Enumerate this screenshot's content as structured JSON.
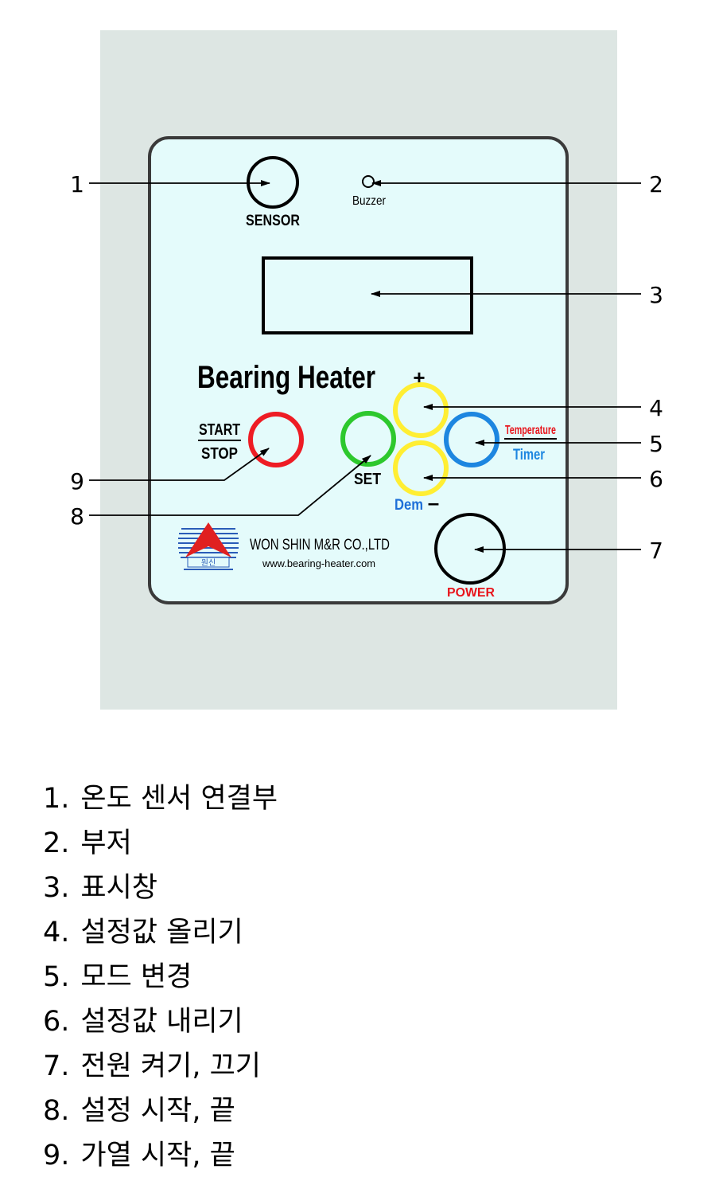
{
  "panel": {
    "sensor_label": "SENSOR",
    "buzzer_label": "Buzzer",
    "title": "Bearing Heater",
    "start_label": "START",
    "stop_label": "STOP",
    "plus_label": "+",
    "set_label": "SET",
    "dem_label": "Dem",
    "minus_label": "–",
    "temperature_label": "Temperature",
    "timer_label": "Timer",
    "power_label": "POWER",
    "company_name": "WON SHIN M&R CO.,LTD",
    "website": "www.bearing-heater.com",
    "logo_text": "원신"
  },
  "callouts": {
    "c1": "1",
    "c2": "2",
    "c3": "3",
    "c4": "4",
    "c5": "5",
    "c6": "6",
    "c7": "7",
    "c8": "8",
    "c9": "9"
  },
  "colors": {
    "background": "#dde6e3",
    "panel": "#e4fbfb",
    "start_stop_ring": "#ee1c24",
    "set_ring": "#2dc82d",
    "plus_minus_ring": "#ffee33",
    "mode_ring": "#1d86e0",
    "temperature_text": "#e8161d",
    "timer_text": "#1d86e0",
    "dem_text": "#1d6fd8",
    "power_text": "#e8161d",
    "logo_red": "#e02020",
    "logo_blue": "#2a5cb8"
  },
  "legend": [
    {
      "num": "1.",
      "text": "온도 센서 연결부"
    },
    {
      "num": "2.",
      "text": "부저"
    },
    {
      "num": "3.",
      "text": "표시창"
    },
    {
      "num": "4.",
      "text": "설정값 올리기"
    },
    {
      "num": "5.",
      "text": "모드 변경"
    },
    {
      "num": "6.",
      "text": "설정값 내리기"
    },
    {
      "num": "7.",
      "text": "전원 켜기, 끄기"
    },
    {
      "num": "8.",
      "text": "설정 시작, 끝"
    },
    {
      "num": "9.",
      "text": "가열 시작, 끝"
    }
  ]
}
